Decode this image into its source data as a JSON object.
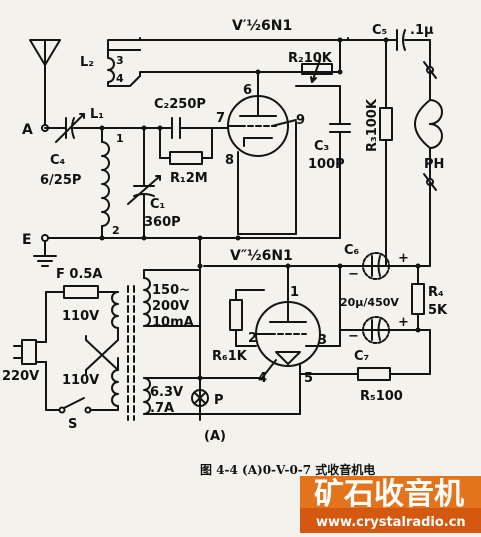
{
  "labels": {
    "tube1": "V′½6N1",
    "tube2": "V″½6N1",
    "ant": "A",
    "gnd": "E",
    "L1": "L₁",
    "L2": "L₂",
    "L2p3": "3",
    "L2p4": "4",
    "L1p1": "1",
    "L1p2": "2",
    "C4a": "C₄",
    "C4b": "6/25P",
    "C2": "C₂250P",
    "R1": "R₁2M",
    "C1a": "C₁",
    "C1b": "360P",
    "R2": "R₂10K",
    "C5": "C₅",
    "C5v": ".1μ",
    "R3": "R₃100K",
    "C3a": "C₃",
    "C3b": "100P",
    "PH": "PH",
    "p6": "6",
    "p7": "7",
    "p8": "8",
    "p9": "9",
    "C6": "C₆",
    "C7": "C₇",
    "Cv": "20μ/450V",
    "R4a": "R₄",
    "R4b": "5K",
    "R6": "R₆1K",
    "p1": "1",
    "p2": "2",
    "p3": "3",
    "p4": "4",
    "p5": "5",
    "R5": "R₅100",
    "fuse": "F 0.5A",
    "v110a": "110V",
    "v110b": "110V",
    "v220": "220V",
    "sw": "S",
    "sec1": "150~",
    "sec2": "200V",
    "sec3": "10mA",
    "fil1": "6.3V",
    "fil2": ".7A",
    "lamp": "P",
    "plus1": "+",
    "plus2": "+",
    "minus1": "−",
    "minus2": "−",
    "sub": "(A)",
    "caption": "图 4-4  (A)0-V-0-7 式收音机电",
    "wm_cn": "矿石收音机",
    "wm_url": "www.crystalradio.cn"
  }
}
